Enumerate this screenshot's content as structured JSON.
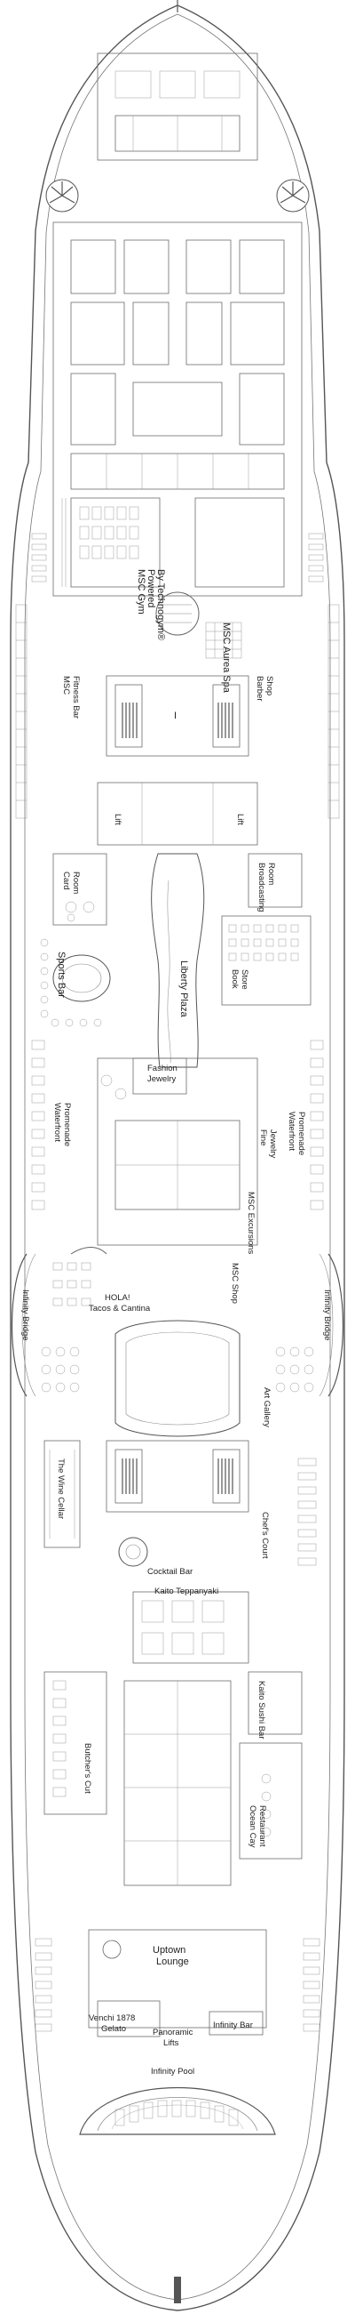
{
  "deck_labels": {
    "gym": [
      "MSC Gym",
      "Powered",
      "By Technogym®"
    ],
    "aurea_spa": "MSC Aurea Spa",
    "fitness_bar": [
      "MSC",
      "Fitness Bar"
    ],
    "barber_shop": [
      "Barber",
      "Shop"
    ],
    "lift": "Lift",
    "card_room": [
      "Card",
      "Room"
    ],
    "broadcasting_room": [
      "Broadcasting",
      "Room"
    ],
    "book_store": [
      "Book",
      "Store"
    ],
    "sports_bar": "Sports Bar",
    "liberty_plaza": "Liberty Plaza",
    "waterfront_promenade": [
      "Waterfront",
      "Promenade"
    ],
    "fashion_jewelry": [
      "Fashion",
      "Jewelry"
    ],
    "fine_jewelry": [
      "Fine",
      "Jewelry"
    ],
    "msc_excursions": "MSC Excursions",
    "msc_shop": "MSC Shop",
    "hola_tacos": [
      "HOLA!",
      "Tacos & Cantina"
    ],
    "infinity_bridge": "Infinity Bridge",
    "art_gallery": "Art Gallery",
    "wine_cellar": "The Wine Cellar",
    "cocktail_bar": "Cocktail Bar",
    "chefs_court": "Chef's Court",
    "kaito_teppanyaki": "Kaito Teppanyaki",
    "kaito_sushi_bar": "Kaito Sushi Bar",
    "butchers_cut": "Butcher's Cut",
    "ocean_cay_restaurant": [
      "Ocean Cay",
      "Restaurant"
    ],
    "uptown_lounge": [
      "Uptown",
      "Lounge"
    ],
    "venchi_gelato": [
      "Venchi 1878",
      "Gelato"
    ],
    "panoramic_lifts": [
      "Panoramic",
      "Lifts"
    ],
    "infinity_bar": "Infinity Bar",
    "infinity_pool": "Infinity Pool"
  }
}
